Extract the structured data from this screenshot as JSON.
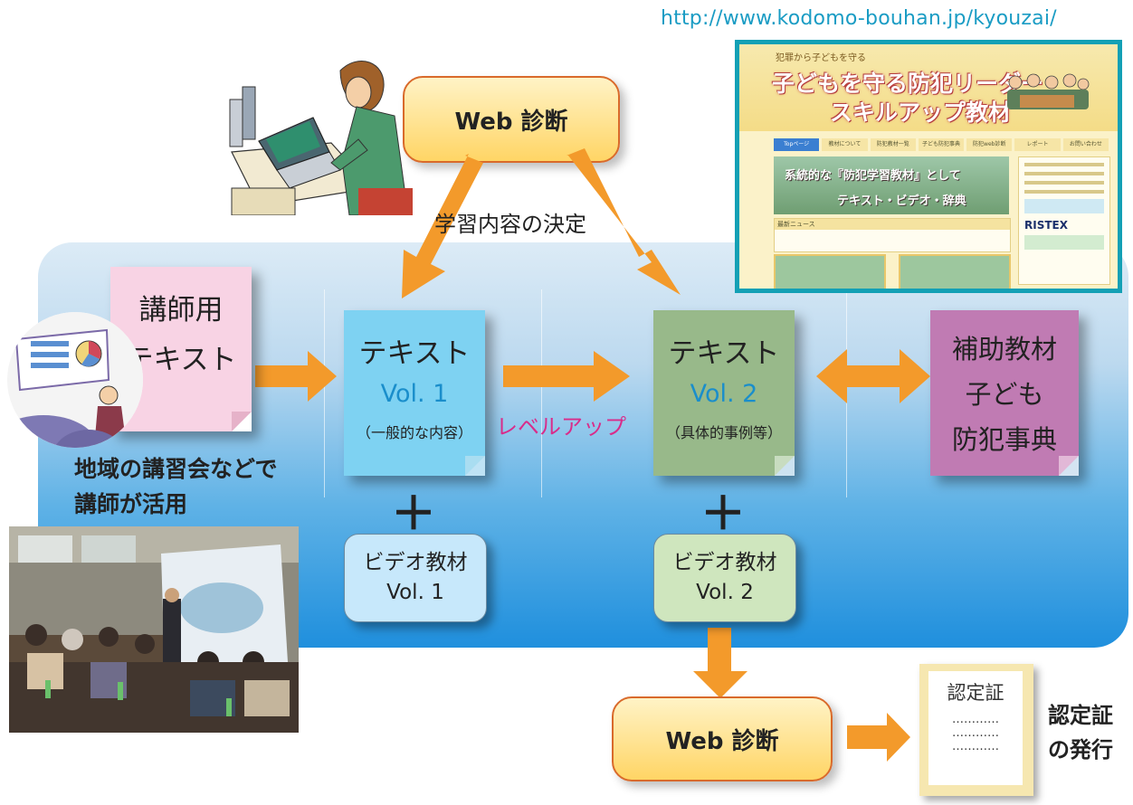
{
  "url": "http://www.kodomo-bouhan.jp/kyouzai/",
  "web_top": "Web 診断",
  "decision": "学習内容の決定",
  "instructor_text": [
    "講師用",
    "テキスト"
  ],
  "instructor_note": [
    "地域の講習会などで",
    "講師が活用"
  ],
  "text1": {
    "title": "テキスト",
    "vol": "Vol. 1",
    "sub": "（一般的な内容）"
  },
  "text2": {
    "title": "テキスト",
    "vol": "Vol. 2",
    "sub": "（具体的事例等）"
  },
  "level_up": "レベルアップ",
  "aux": [
    "補助教材",
    "子ども",
    "防犯事典"
  ],
  "plus": "＋",
  "video1": [
    "ビデオ教材",
    "Vol. 1"
  ],
  "video2": [
    "ビデオ教材",
    "Vol. 2"
  ],
  "web_bottom": "Web 診断",
  "certificate": {
    "title": "認定証",
    "dots": "…………"
  },
  "issue": [
    "認定証",
    "の発行"
  ],
  "site": {
    "header_small": "犯罪から子どもを守る",
    "title1": "子どもを守る防犯リーダー",
    "title2": "スキルアップ教材",
    "nav": [
      "Topページ",
      "教材について",
      "防犯教材一覧",
      "子ども防犯事典",
      "防犯web診断",
      "レポート",
      "お問い合わせ"
    ],
    "hero1": "系統的な『防犯学習教材』として",
    "hero2": "テキスト・ビデオ・辞典",
    "news": "最新ニュース",
    "brand": "RISTEX"
  },
  "colors": {
    "orange": "#f39a2b",
    "magenta": "#d92c8a",
    "blue": "#1a8ecb"
  }
}
